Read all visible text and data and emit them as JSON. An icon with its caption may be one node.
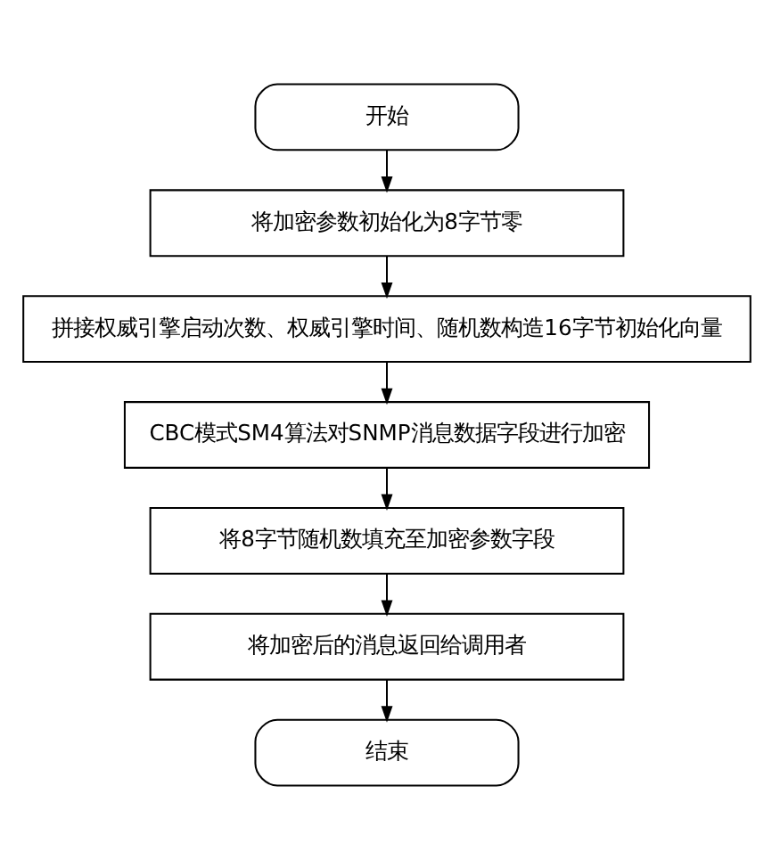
{
  "diagram": {
    "nodes": [
      {
        "text": [
          "开始"
        ]
      },
      {
        "text": [
          "将加密参数初始化为8字节零"
        ]
      },
      {
        "text": [
          "拼接权威引擎启动次数、权威引擎时间、随机数构造16字节初始化向量"
        ]
      },
      {
        "text": [
          "CBC模式SM4算法对SNMP消息数据字段进行加密"
        ]
      },
      {
        "text": [
          "将8字节随机数填充至加密参数字段"
        ]
      },
      {
        "text": [
          "将加密后的消息返回给调用者"
        ]
      },
      {
        "text": [
          "结束"
        ]
      }
    ],
    "edges": [
      {
        "from": 0,
        "to": 1,
        "arrow": "to"
      },
      {
        "from": 1,
        "to": 2,
        "arrow": "to"
      },
      {
        "from": 2,
        "to": 3,
        "arrow": "to"
      },
      {
        "from": 3,
        "to": 4,
        "arrow": "to"
      },
      {
        "from": 4,
        "to": 5,
        "arrow": "to"
      },
      {
        "from": 5,
        "to": 6,
        "arrow": "to"
      }
    ]
  }
}
